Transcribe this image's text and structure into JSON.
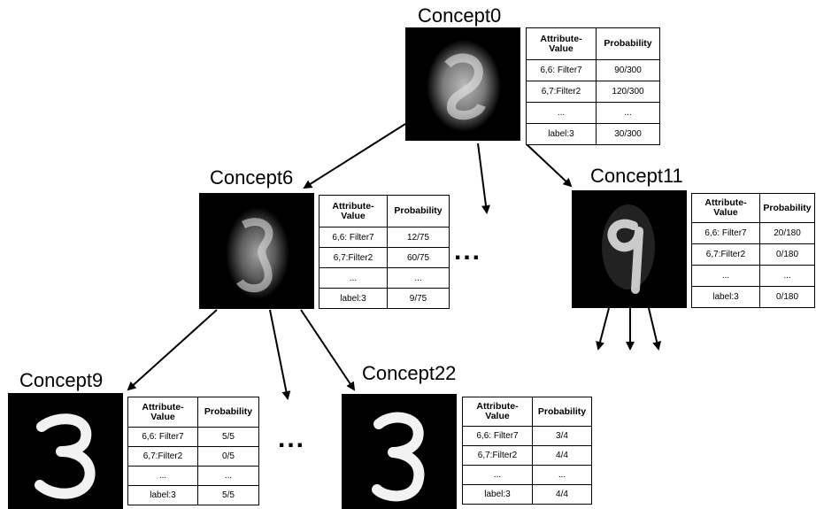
{
  "headers": {
    "attr": "Attribute-\nValue",
    "prob": "Probability"
  },
  "ellipsis": "...",
  "concepts": {
    "c0": {
      "title": "Concept0",
      "rows": [
        {
          "attr": "6,6: Filter7",
          "prob": "90/300"
        },
        {
          "attr": "6,7:Filter2",
          "prob": "120/300"
        },
        {
          "attr": "...",
          "prob": "..."
        },
        {
          "attr": "label:3",
          "prob": "30/300"
        }
      ]
    },
    "c6": {
      "title": "Concept6",
      "rows": [
        {
          "attr": "6,6: Filter7",
          "prob": "12/75"
        },
        {
          "attr": "6,7:Filter2",
          "prob": "60/75"
        },
        {
          "attr": "...",
          "prob": "..."
        },
        {
          "attr": "label:3",
          "prob": "9/75"
        }
      ]
    },
    "c11": {
      "title": "Concept11",
      "rows": [
        {
          "attr": "6,6: Filter7",
          "prob": "20/180"
        },
        {
          "attr": "6,7:Filter2",
          "prob": "0/180"
        },
        {
          "attr": "...",
          "prob": "..."
        },
        {
          "attr": "label:3",
          "prob": "0/180"
        }
      ]
    },
    "c9": {
      "title": "Concept9",
      "rows": [
        {
          "attr": "6,6: Filter7",
          "prob": "5/5"
        },
        {
          "attr": "6,7:Filter2",
          "prob": "0/5"
        },
        {
          "attr": "...",
          "prob": "..."
        },
        {
          "attr": "label:3",
          "prob": "5/5"
        }
      ]
    },
    "c22": {
      "title": "Concept22",
      "rows": [
        {
          "attr": "6,6: Filter7",
          "prob": "3/4"
        },
        {
          "attr": "6,7:Filter2",
          "prob": "4/4"
        },
        {
          "attr": "...",
          "prob": "..."
        },
        {
          "attr": "label:3",
          "prob": "4/4"
        }
      ]
    }
  }
}
